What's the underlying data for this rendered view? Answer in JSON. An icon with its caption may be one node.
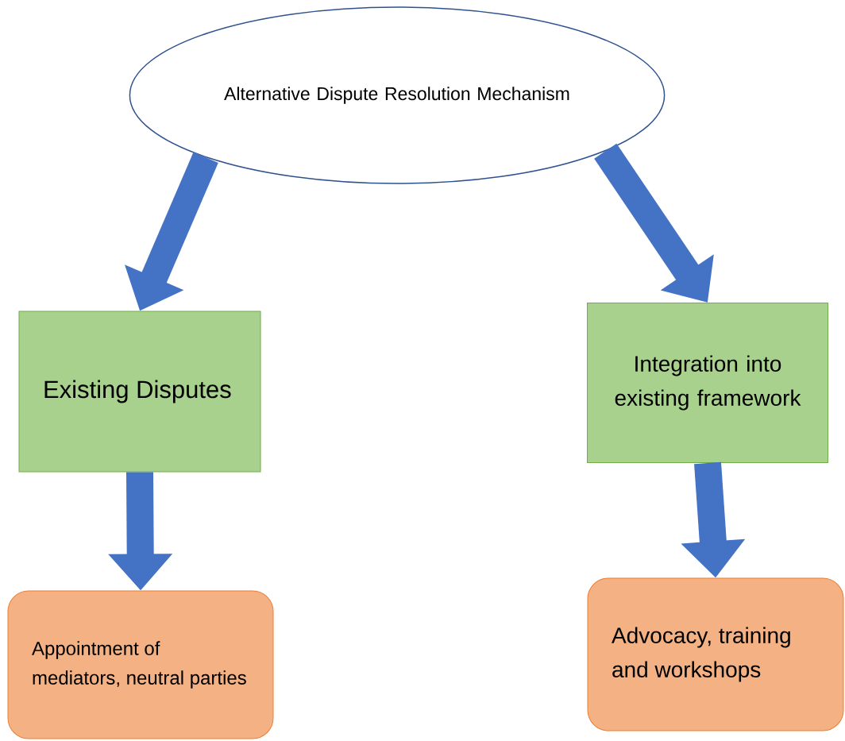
{
  "diagram": {
    "nodes": [
      {
        "text": [
          "Alternative Dispute Resolution Mechanism"
        ]
      },
      {
        "text": [
          "Existing Disputes"
        ]
      },
      {
        "text": [
          "Integration into existing framework"
        ]
      },
      {
        "text": [
          "Appointment of mediators, neutral parties"
        ]
      },
      {
        "text": [
          "Advocacy, training and workshops"
        ]
      }
    ],
    "edges": [
      {
        "from": 0,
        "to": 1,
        "arrow": "to"
      },
      {
        "from": 0,
        "to": 2,
        "arrow": "to"
      },
      {
        "from": 1,
        "to": 3,
        "arrow": "to"
      },
      {
        "from": 2,
        "to": 4,
        "arrow": "to"
      }
    ]
  }
}
